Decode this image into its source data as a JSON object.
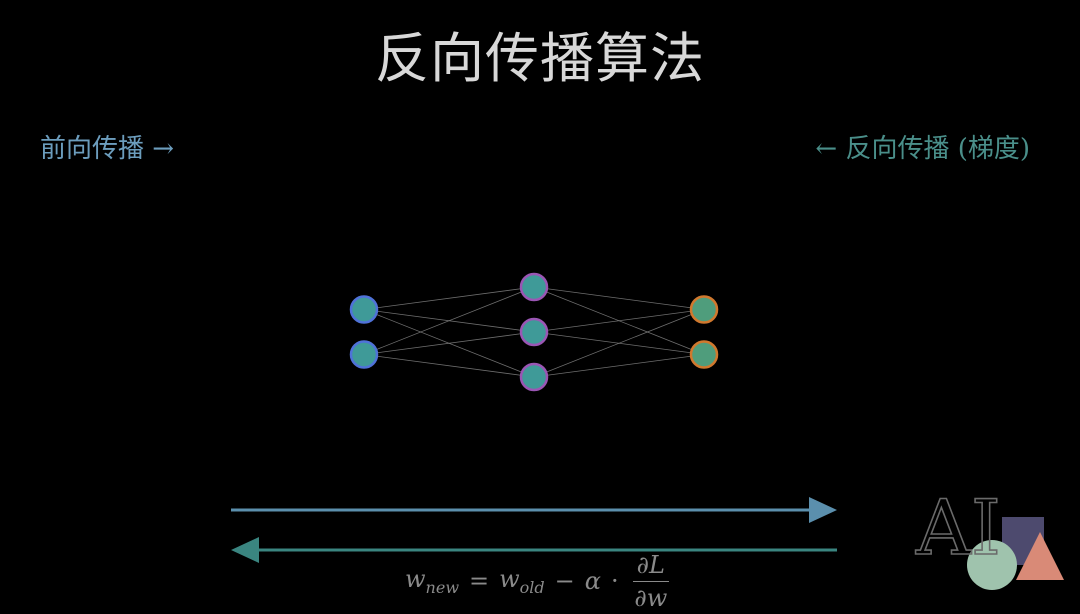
{
  "slide": {
    "title": "反向传播算法",
    "forward_label": "前向传播 →",
    "backward_label": "← 反向传播 (梯度)"
  },
  "formula": {
    "lhs_var": "w",
    "lhs_sub": "new",
    "equals": "=",
    "rhs_var": "w",
    "rhs_sub": "old",
    "minus": "−",
    "alpha": "α",
    "dot": "·",
    "frac_num": "∂L",
    "frac_den": "∂w"
  },
  "logo": {
    "text": "AI"
  },
  "network": {
    "layers": [
      {
        "name": "input",
        "nodes": 2,
        "fill": "#3f9a98",
        "stroke": "#4f72d8"
      },
      {
        "name": "hidden",
        "nodes": 3,
        "fill": "#3f9a98",
        "stroke": "#9a56b4"
      },
      {
        "name": "output",
        "nodes": 2,
        "fill": "#4f9d7c",
        "stroke": "#d0782e"
      }
    ],
    "edge_color": "#8a8a8a"
  },
  "arrows": {
    "forward_color": "#5b8fad",
    "backward_color": "#3a8580"
  },
  "colors": {
    "forward_text": "#6c9dbd",
    "backward_text": "#4a8f8a"
  }
}
